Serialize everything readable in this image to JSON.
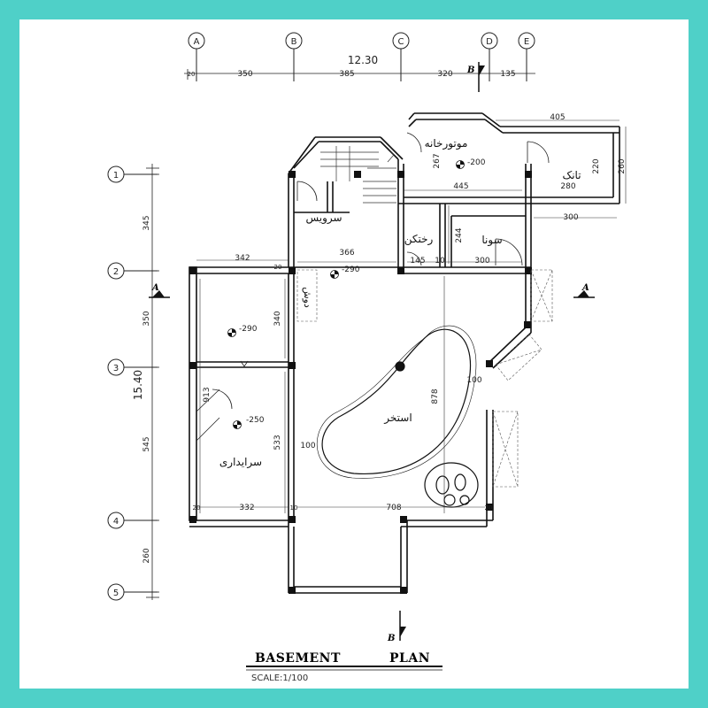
{
  "colors": {
    "frame": "#4fd0c8",
    "wall": "#111111",
    "line": "#222222"
  },
  "grid": {
    "columns": [
      "A",
      "B",
      "C",
      "D",
      "E"
    ],
    "rows": [
      "1",
      "2",
      "3",
      "4",
      "5"
    ]
  },
  "dims": {
    "total_width": "12.30",
    "col_spans": [
      "350",
      "385",
      "320",
      "135"
    ],
    "total_height": "15.40",
    "row_spans": [
      "345",
      "350",
      "545",
      "260"
    ],
    "top_small": "20",
    "wall_thk": "20",
    "d_405": "405",
    "d_267": "267",
    "d_220": "220",
    "d_260": "260",
    "d_280": "280",
    "d_445": "445",
    "d_300a": "300",
    "d_244": "244",
    "d_366": "366",
    "d_145": "145",
    "d_10": "10",
    "d_300b": "300",
    "d_342": "342",
    "d_340": "340",
    "d_913": "913",
    "d_533": "533",
    "d_878": "878",
    "d_100a": "100",
    "d_100b": "100",
    "d_332": "332",
    "d_708": "708"
  },
  "levels": {
    "l200": "-200",
    "l290a": "-290",
    "l290b": "-290",
    "l250": "-250"
  },
  "rooms": {
    "engine": "موتورخانه",
    "tank": "تانک",
    "service": "سرویس",
    "changing": "رختکن",
    "sauna": "سونا",
    "shower": "دوش",
    "pool": "استخر",
    "caretaker": "سرایداری"
  },
  "sections": {
    "a": "A",
    "b": "B"
  },
  "title": {
    "left": "BASEMENT",
    "right": "PLAN",
    "scale": "SCALE:1/100"
  }
}
